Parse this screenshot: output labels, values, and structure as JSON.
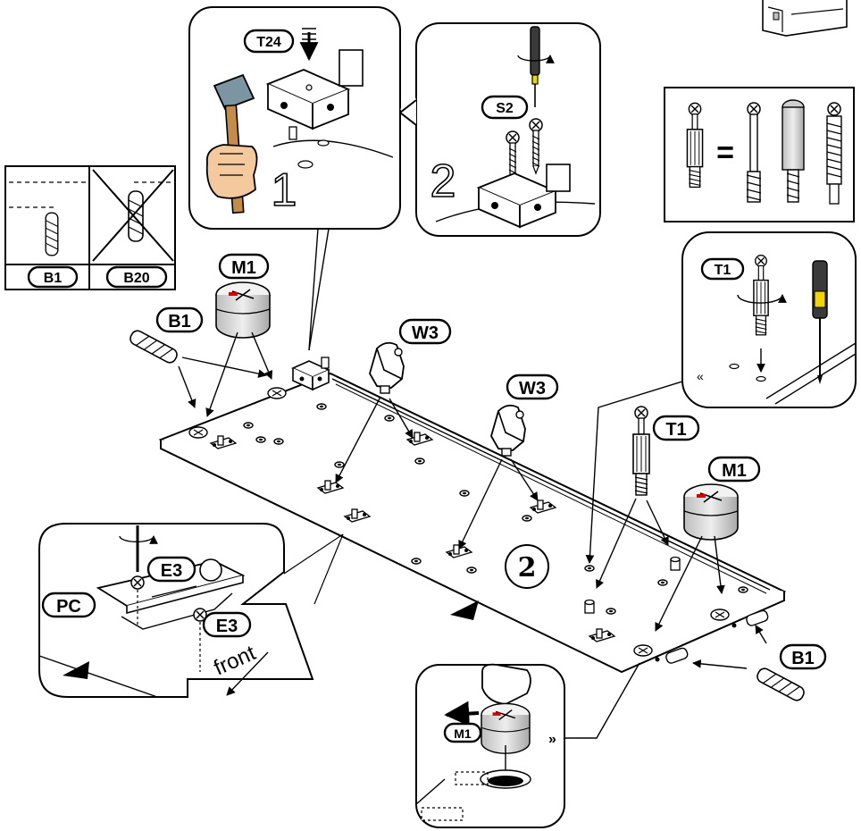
{
  "step_number": "2",
  "front_label": "front",
  "equals_sign": "=",
  "detail_1": {
    "number": "1",
    "part": "T24"
  },
  "detail_2": {
    "number": "2",
    "part": "S2"
  },
  "dowel_check": {
    "correct": "B1",
    "wrong": "B20"
  },
  "detail_t1": {
    "part": "T1"
  },
  "detail_pc": {
    "plate": "PC",
    "screw_top": "E3",
    "screw_bottom": "E3"
  },
  "detail_m1": {
    "part": "M1"
  },
  "parts": {
    "m1_left": "M1",
    "b1_left": "B1",
    "w3_left": "W3",
    "w3_right": "W3",
    "t1_main": "T1",
    "m1_right": "M1",
    "b1_right": "B1"
  },
  "colors": {
    "line": "#000000",
    "panel": "#ffffff",
    "part_gray": "#cfcfcf",
    "hammer_head": "#7c95a3",
    "hand": "#f4c99e",
    "handle": "#c48c4a",
    "screwdriver_yellow": "#f2d400",
    "mark_red": "#d40000"
  }
}
